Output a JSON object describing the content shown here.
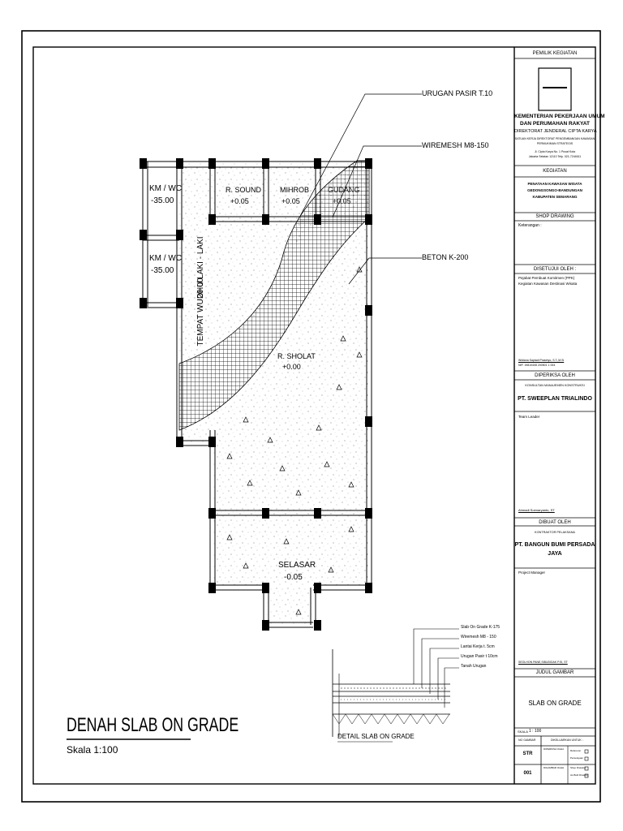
{
  "drawing": {
    "main_title": "DENAH SLAB ON GRADE",
    "scale": "Skala 1:100",
    "detail_title": "DETAIL SLAB ON GRADE"
  },
  "rooms": {
    "kmwc1": {
      "name": "KM / WC",
      "level": "-35.00"
    },
    "kmwc2": {
      "name": "KM / WC",
      "level": "-35.00"
    },
    "rsound": {
      "name": "R. SOUND",
      "level": "+0.05"
    },
    "mihrob": {
      "name": "MIHROB",
      "level": "+0.05"
    },
    "gudang": {
      "name": "GUDANG",
      "level": "+0.05"
    },
    "wudhu": {
      "name": "TEMPAT WUDHU LAKI - LAKI",
      "level": "20.00"
    },
    "ruang_sholat": {
      "name": "R. SHOLAT",
      "level": "+0.00"
    },
    "selasar": {
      "name": "SELASAR",
      "level": "-0.05"
    }
  },
  "leaders": {
    "urugan": "URUGAN PASIR T.10",
    "wiremesh": "WIREMESH M8-150",
    "beton": "BETON K-200"
  },
  "detail_labels": [
    "Slab On Grade K-175",
    "Wiremesh M8 - 150",
    "Lantai Kerja t. 5cm",
    "Urugan Pasir t 10cm",
    "Tanah Urugan"
  ],
  "title_block": {
    "pemilik_header": "PEMILIK KEGIATAN",
    "kementerian_1": "KEMENTERIAN PEKERJAAN UMUM",
    "kementerian_2": "DAN PERUMAHAN RAKYAT",
    "direktorat": "DIREKTORAT JENDERAL CIPTA KARYA",
    "satker_1": "SATUAN KERJA DIREKTORAT PENGEMBANGAN KAWASAN",
    "satker_2": "PERMUKIMAN STRATEGIS",
    "address_1": "Jl. Cipta Karya No. 1 Pusat Kota",
    "address_2": "Jakarta Selatan 12110 Telp. 021-7244611",
    "kegiatan_header": "KEGIATAN",
    "kegiatan_1": "PENATAAN KAWASAN WISATA",
    "kegiatan_2": "GEDONGSONGO-BANDUNGAN",
    "kegiatan_3": "KABUPATEN SEMARANG",
    "shop_header": "SHOP DRAWING",
    "keterangan": "Keterangan :",
    "disetujui_header": "DISETUJUI OLEH :",
    "pejabat_1": "Pejabat Pembuat Komitmen (PPK)",
    "pejabat_2": "Kegiatan Kawasan Destinasi Wisata",
    "ppk_name": "Widiana Saptadi Prasetyo, S.T.,M.Si",
    "ppk_nip": "NIP. 19810408 200501 1 004",
    "diperiksa_header": "DIPERIKSA OLEH",
    "konsultan": "KONSULTAN MANAJEMEN KONSTRUKSI",
    "sweeplan": "PT. SWEEPLAN TRIALINDO",
    "team_leader": "Team Leader",
    "tl_name": "Ahmadi Soenaryanto, ST",
    "dibuat_header": "DIBUAT OLEH",
    "kontraktor": "KONTRAKTOR PELAKSANA",
    "bangun_1": "PT. BANGUN BUMI PERSADA",
    "bangun_2": "JAYA",
    "pm": "Project Manager",
    "pm_name": "SEOLHON PANE,SIBUDIDAK P.SI, ST",
    "judul_header": "JUDUL GAMBAR",
    "judul": "SLAB ON GRADE",
    "skala_label": "SKALA",
    "skala_val": "1 : 100",
    "no_gambar": "NO GAMBAR",
    "dikeluarkan": "DIKELUARKAN UNTUK :",
    "code": "STR",
    "number": "001",
    "diperiksa_oleh": "DIPERIKSA OLEH",
    "digambar_oleh": "DIGAMBAR OLEH",
    "opt_referensi": "Referensi",
    "opt_persetujuan": "Persetujuan",
    "opt_shop": "Shop Drawing",
    "opt_asbuilt": "As Built Drawing"
  }
}
